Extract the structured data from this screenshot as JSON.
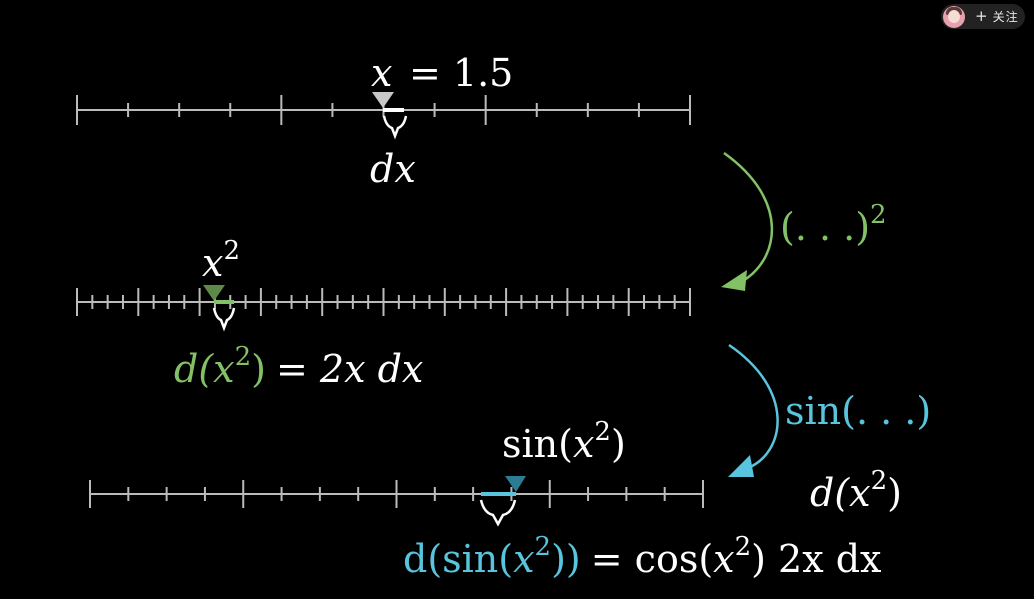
{
  "line1": {
    "label_lhs": "x",
    "label_rhs": "= 1.5",
    "dx_label": "dx"
  },
  "line2": {
    "label": "x",
    "exp": "2",
    "eq_d": "d(",
    "eq_x": "x",
    "eq_exp": "2",
    "eq_close": ")",
    "eq_rhs": "= 2x dx"
  },
  "line3": {
    "label_pre": "sin(",
    "label_x": "x",
    "label_exp": "2",
    "label_post": ")",
    "eq_pre": "d(sin(",
    "eq_x": "x",
    "eq_exp": "2",
    "eq_post": "))",
    "eq_rhs_pre": "= cos(",
    "eq_rhs_x": "x",
    "eq_rhs_exp": "2",
    "eq_rhs_post": ") 2x dx"
  },
  "arrow1": {
    "label": "(. . .)",
    "exp": "2"
  },
  "arrow2": {
    "label": "sin(. . .)"
  },
  "side_label": {
    "pre": "d(",
    "x": "x",
    "exp": "2",
    "post": ")"
  },
  "follow": {
    "label": "关注",
    "plus": "+"
  },
  "colors": {
    "white": "#ffffff",
    "gray": "#9a9a9a",
    "green": "#83c167",
    "green_dark": "#5d8a48",
    "blue": "#58c4dd",
    "blue_dark": "#2c7d94"
  }
}
